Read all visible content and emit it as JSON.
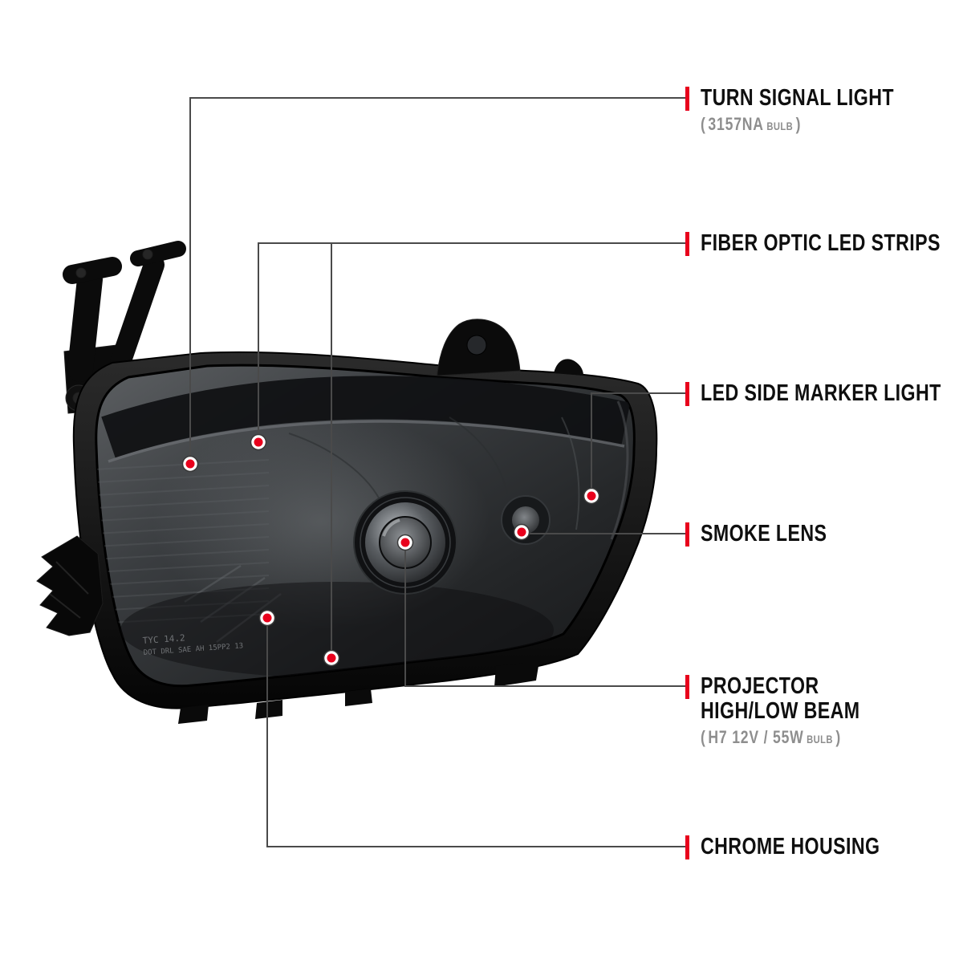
{
  "product": {
    "name": "smoked projector headlight diagram",
    "lens_marking_line1": "TYC 14.2",
    "lens_marking_line2": "DOT DRL SAE AH 15PP2 13"
  },
  "colors": {
    "accent_red": "#e8001c",
    "line_gray": "#4a4a4a",
    "label_black": "#0f0f0f",
    "sub_gray": "#8e8e8e"
  },
  "callouts": {
    "turn_signal": {
      "label": "TURN SIGNAL LIGHT",
      "sub_open": "(",
      "sub_value": "3157NA",
      "sub_unit": "BULB",
      "sub_close": ")"
    },
    "fiber_optic": {
      "label": "FIBER OPTIC LED STRIPS"
    },
    "side_marker": {
      "label": "LED SIDE MARKER LIGHT"
    },
    "smoke_lens": {
      "label": "SMOKE LENS"
    },
    "projector": {
      "label_line1": "PROJECTOR",
      "label_line2": "HIGH/LOW BEAM",
      "sub_open": "(",
      "sub_value": "H7 12V / 55W",
      "sub_unit": "BULB",
      "sub_close": ")"
    },
    "chrome_housing": {
      "label": "CHROME HOUSING"
    }
  }
}
